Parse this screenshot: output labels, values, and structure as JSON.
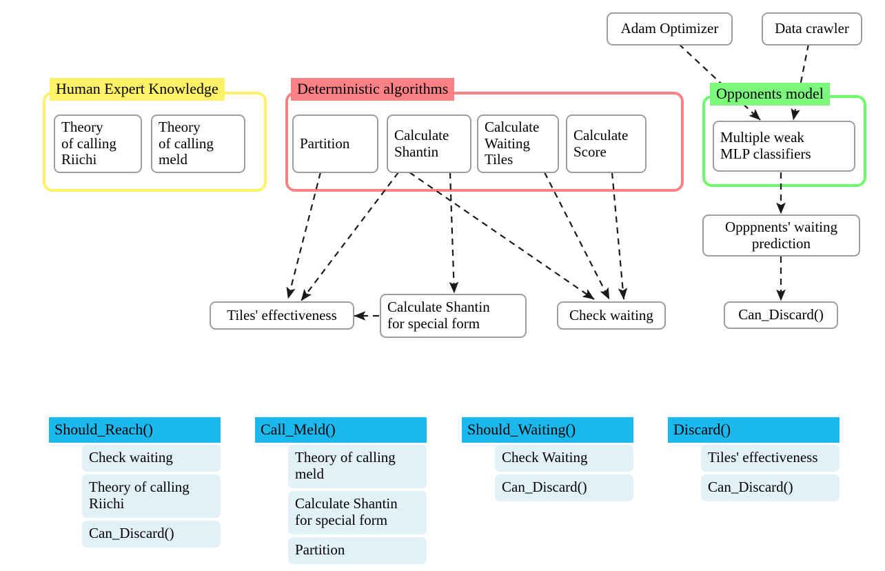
{
  "groups": {
    "human_expert": {
      "label": "Human Expert Knowledge",
      "color": "#FFF266",
      "items": [
        "Theory\nof calling\nRiichi",
        "Theory\nof calling\nmeld"
      ]
    },
    "deterministic": {
      "label": "Deterministic algorithms",
      "color": "#FC8184",
      "items": [
        "Partition",
        "Calculate\nShantin",
        "Calculate\nWaiting\nTiles",
        "Calculate\nScore"
      ]
    },
    "opponents": {
      "label": "Opponents model",
      "color": "#7CF97C",
      "items": [
        "Multiple weak\nMLP classifiers"
      ]
    }
  },
  "inputs": {
    "adam": "Adam Optimizer",
    "crawler": "Data crawler"
  },
  "mid": {
    "tiles_effectiveness": "Tiles' effectiveness",
    "calc_shantin_special": "Calculate Shantin\nfor special form",
    "check_waiting": "Check waiting",
    "opponents_waiting": "Opppnents' waiting\nprediction",
    "can_discard": "Can_Discard()"
  },
  "functions": [
    {
      "name": "Should_Reach()",
      "items": [
        "Check waiting",
        "Theory of calling\nRiichi",
        "Can_Discard()"
      ]
    },
    {
      "name": "Call_Meld()",
      "items": [
        "Theory of calling\nmeld",
        "Calculate Shantin\nfor special form",
        "Partition"
      ]
    },
    {
      "name": "Should_Waiting()",
      "items": [
        "Check Waiting",
        "Can_Discard()"
      ]
    },
    {
      "name": "Discard()",
      "items": [
        "Tiles' effectiveness",
        "Can_Discard()"
      ]
    }
  ],
  "colors": {
    "header_blue": "#1AB8EC",
    "item_blue": "#E2F1F8",
    "box_border": "#9D9D9D",
    "arrow": "#1A1A1A"
  }
}
